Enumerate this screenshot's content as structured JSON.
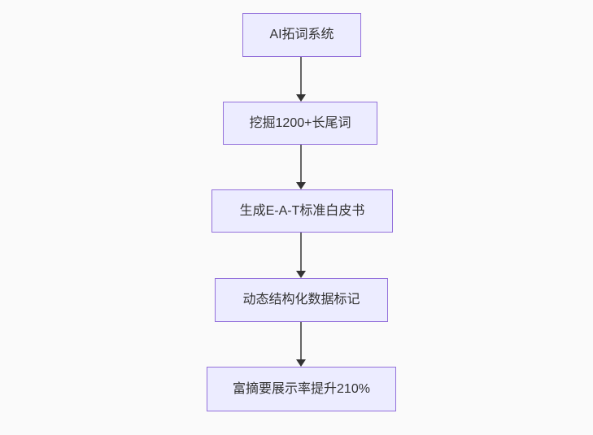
{
  "theme": {
    "page_background": "#fafafa",
    "node_fill": "#ECECFF",
    "node_border": "#9370DB",
    "node_text": "#333333",
    "edge_color": "#666666",
    "arrowhead_color": "#333333"
  },
  "flowchart": {
    "type": "flowchart",
    "direction": "top-down",
    "nodes": [
      {
        "id": "n1",
        "label": "AI拓词系统"
      },
      {
        "id": "n2",
        "label": "挖掘1200+长尾词"
      },
      {
        "id": "n3",
        "label": "生成E-A-T标准白皮书"
      },
      {
        "id": "n4",
        "label": "动态结构化数据标记"
      },
      {
        "id": "n5",
        "label": "富摘要展示率提升210%"
      }
    ],
    "edges": [
      {
        "from": "n1",
        "to": "n2"
      },
      {
        "from": "n2",
        "to": "n3"
      },
      {
        "from": "n3",
        "to": "n4"
      },
      {
        "from": "n4",
        "to": "n5"
      }
    ]
  }
}
